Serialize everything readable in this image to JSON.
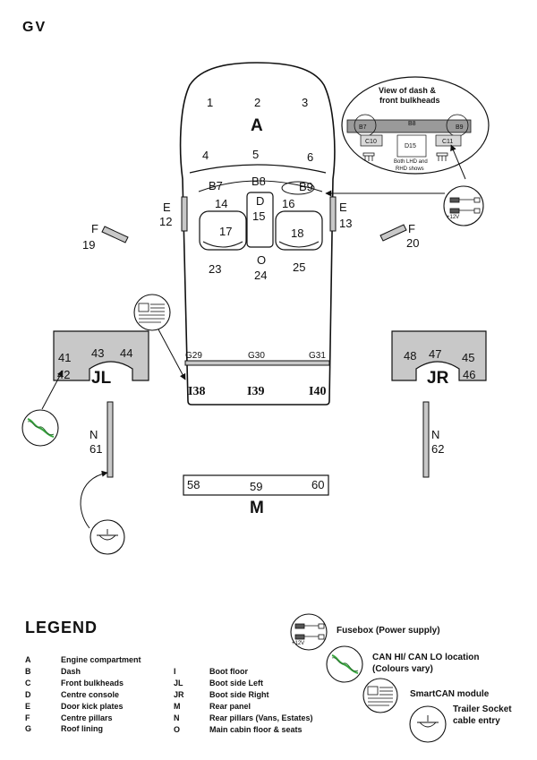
{
  "header": {
    "title": "GV"
  },
  "diagram": {
    "dash_view": {
      "title_line1": "View of dash &",
      "title_line2": "front bulkheads",
      "b7": "B7",
      "b8": "B8",
      "b9": "B9",
      "c10": "C10",
      "d15": "D15",
      "c11": "C11",
      "note_line1": "Both LHD and",
      "note_line2": "RHD shows"
    },
    "fusebox_voltage": "+12V",
    "engine": {
      "letter": "A",
      "n1": "1",
      "n2": "2",
      "n3": "3",
      "n4": "4",
      "n5": "5",
      "n6": "6"
    },
    "dash": {
      "b7": "B7",
      "b8": "B8",
      "b9": "B9"
    },
    "console": {
      "d": "D",
      "n14": "14",
      "n15": "15",
      "n16": "16",
      "n17": "17",
      "n18": "18"
    },
    "kick_left": {
      "letter": "E",
      "num": "12"
    },
    "kick_right": {
      "letter": "E",
      "num": "13"
    },
    "pillar_left": {
      "letter": "F",
      "num": "19"
    },
    "pillar_right": {
      "letter": "F",
      "num": "20"
    },
    "cabin": {
      "n23": "23",
      "letter": "O",
      "n24": "24",
      "n25": "25"
    },
    "rear_floor": {
      "g29": "G29",
      "g30": "G30",
      "g31": "G31"
    },
    "boot_floor": {
      "i38": "I38",
      "i39": "I39",
      "i40": "I40"
    },
    "boot_left": {
      "n41": "41",
      "n42": "42",
      "n43": "43",
      "n44": "44",
      "letters": "JL"
    },
    "boot_right": {
      "n45": "45",
      "n46": "46",
      "n47": "47",
      "n48": "48",
      "letters": "JR"
    },
    "rear_pillar_left": {
      "letter": "N",
      "num": "61"
    },
    "rear_pillar_right": {
      "letter": "N",
      "num": "62"
    },
    "rear_panel": {
      "n58": "58",
      "n59": "59",
      "n60": "60",
      "letter": "M"
    }
  },
  "legend": {
    "title": "LEGEND",
    "col1": [
      {
        "key": "A",
        "label": "Engine compartment"
      },
      {
        "key": "B",
        "label": "Dash"
      },
      {
        "key": "C",
        "label": "Front bulkheads"
      },
      {
        "key": "D",
        "label": "Centre console"
      },
      {
        "key": "E",
        "label": "Door kick plates"
      },
      {
        "key": "F",
        "label": "Centre pillars"
      },
      {
        "key": "G",
        "label": "Roof lining"
      }
    ],
    "col2": [
      {
        "key": "I",
        "label": "Boot floor"
      },
      {
        "key": "JL",
        "label": "Boot side Left"
      },
      {
        "key": "JR",
        "label": "Boot side Right"
      },
      {
        "key": "M",
        "label": "Rear panel"
      },
      {
        "key": "N",
        "label": "Rear pillars (Vans, Estates)"
      },
      {
        "key": "O",
        "label": "Main cabin floor & seats"
      }
    ],
    "icons": {
      "fusebox": "Fusebox (Power supply)",
      "fusebox_voltage": "+12V",
      "can_line1": "CAN HI/ CAN LO location",
      "can_line2": "(Colours vary)",
      "smartcan": "SmartCAN module",
      "trailer_line1": "Trailer Socket",
      "trailer_line2": "cable entry"
    }
  },
  "colors": {
    "panel_grey": "#c8c8c8",
    "outline": "#111111",
    "can_wire_green": "#3aa640"
  }
}
